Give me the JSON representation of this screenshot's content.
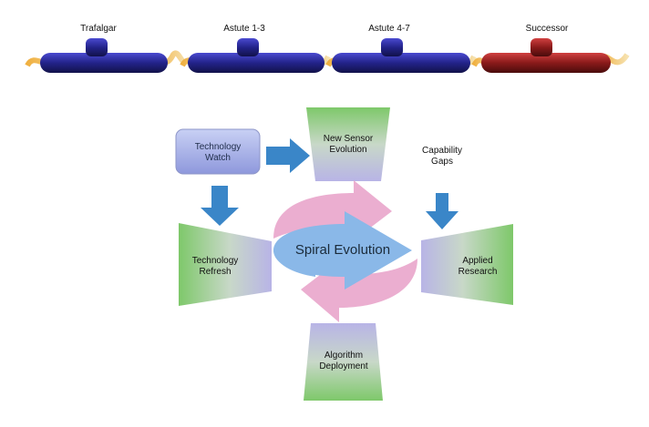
{
  "submarines": [
    {
      "label": "Trafalgar",
      "color": "#23238a",
      "highlight": "#4a4ad0"
    },
    {
      "label": "Astute 1-3",
      "color": "#23238a",
      "highlight": "#4a4ad0"
    },
    {
      "label": "Astute 4-7",
      "color": "#23238a",
      "highlight": "#4a4ad0"
    },
    {
      "label": "Successor",
      "color": "#8a1a1a",
      "highlight": "#d04040"
    }
  ],
  "diagram": {
    "center": "Spiral Evolution",
    "technology_watch": "Technology\nWatch",
    "new_sensor_evolution": "New Sensor\nEvolution",
    "capability_gaps": "Capability\nGaps",
    "technology_refresh": "Technology\nRefresh",
    "applied_research": "Applied\nResearch",
    "algorithm_deployment": "Algorithm\nDeployment"
  },
  "colors": {
    "arrow_blue": "#3a86c8",
    "box_green": "#7ec86a",
    "box_lavender": "#b8b4e6",
    "spiral_pink": "#e8a0c8",
    "center_blue": "#8ab8e8",
    "wake_orange": "#e8a030"
  }
}
